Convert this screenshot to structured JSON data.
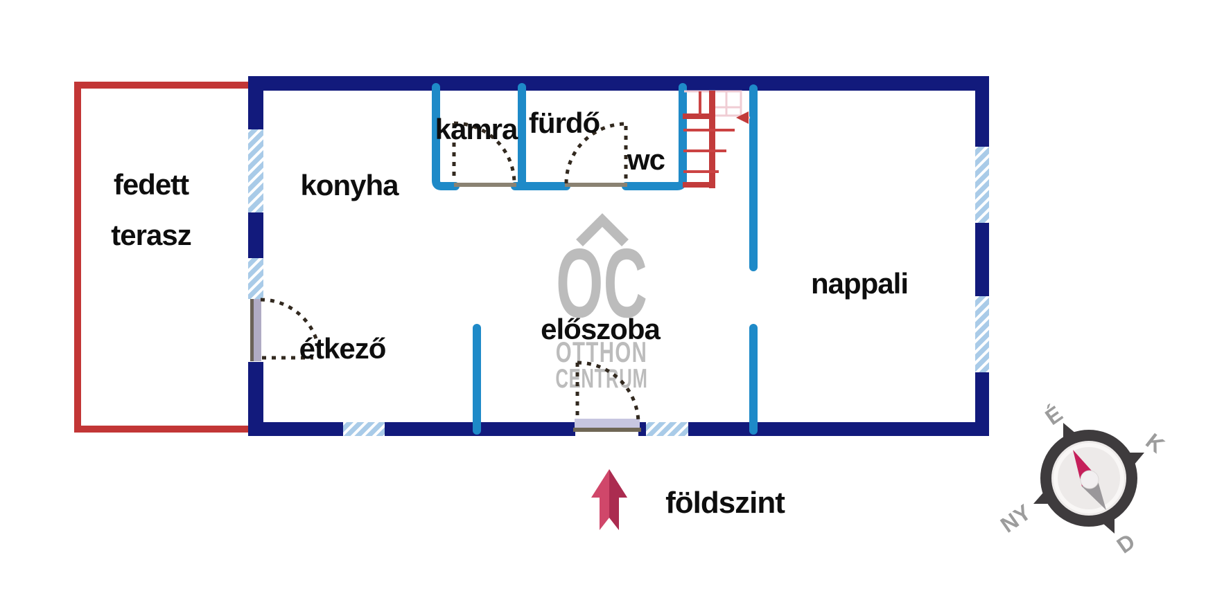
{
  "rooms": {
    "covered_terrace_line1": "fedett",
    "covered_terrace_line2": "terasz",
    "kitchen": "konyha",
    "pantry": "kamra",
    "bathroom": "fürdő",
    "wc": "wc",
    "living_room": "nappali",
    "dining": "étkező",
    "hallway": "előszoba"
  },
  "caption": "földszint",
  "watermark": {
    "monogram": "OC",
    "line1": "OTTHON",
    "line2": "CENTRUM"
  },
  "compass": {
    "north": "É",
    "east": "K",
    "south": "D",
    "west": "NY"
  },
  "colors": {
    "outer_wall_navy": "#121a7c",
    "partition_blue": "#1e8ac8",
    "window_blue": "#a9cbe8",
    "terrace_red": "#c23636",
    "stairs_red": "#c23b3b",
    "arrow_pink": "#d0476a",
    "arrow_dark_pink": "#ab2c50",
    "watermark_gray": "#bcbcbc",
    "needle_red": "#c51f5a"
  }
}
